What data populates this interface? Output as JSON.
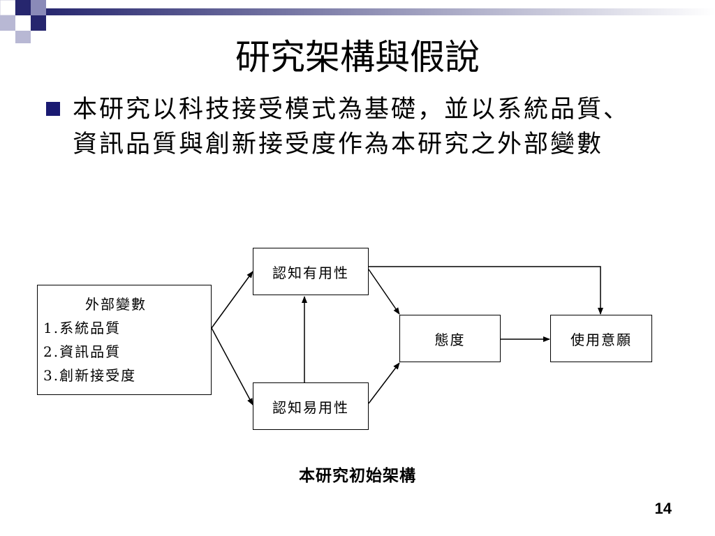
{
  "slide": {
    "title": "研究架構與假說",
    "bullet": "本研究以科技接受模式為基礎，並以系統品質、資訊品質與創新接受度作為本研究之外部變數",
    "page_number": "14",
    "accent_color": "#1a1a72"
  },
  "diagram": {
    "external": {
      "title": "外部變數",
      "items": [
        "1.系統品質",
        "2.資訊品質",
        "3.創新接受度"
      ]
    },
    "pu": "認知有用性",
    "peou": "認知易用性",
    "attitude": "態度",
    "intention": "使用意願",
    "caption": "本研究初始架構"
  }
}
